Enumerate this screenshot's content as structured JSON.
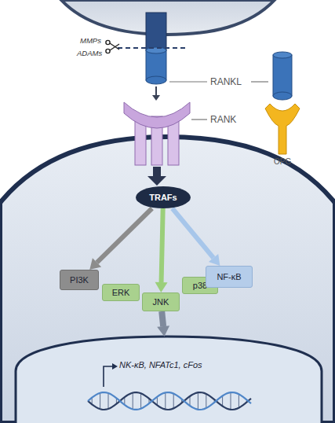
{
  "diagram": {
    "nodes": [
      {
        "text": [
          "TRAFs"
        ]
      },
      {
        "text": [
          "PI3K"
        ]
      },
      {
        "text": [
          "ERK"
        ]
      },
      {
        "text": [
          "JNK"
        ]
      },
      {
        "text": [
          "p38"
        ]
      },
      {
        "text": [
          "NF-κB"
        ]
      },
      {
        "text": [
          "NK-κB, NFATc1, cFos"
        ]
      }
    ],
    "edges": [
      {
        "from": 0,
        "to": 1,
        "arrow": "to"
      },
      {
        "from": 0,
        "to": 3,
        "arrow": "to"
      },
      {
        "from": 0,
        "to": 5,
        "arrow": "to"
      },
      {
        "from": 3,
        "to": 6,
        "arrow": "to"
      }
    ],
    "labels": [
      "MMPs",
      "ADAMs",
      "RANKL",
      "RANK",
      "OPG"
    ]
  }
}
